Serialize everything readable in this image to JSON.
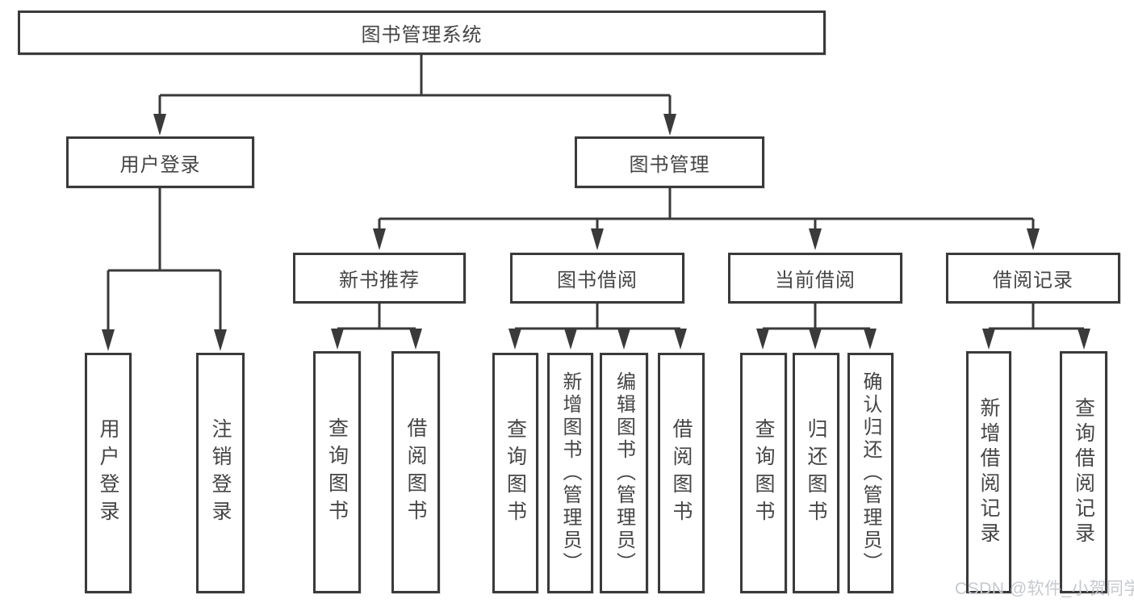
{
  "nodes": {
    "root": "图书管理系统",
    "user_login": "用户登录",
    "book_mgmt": "图书管理",
    "new_book_rec": "新书推荐",
    "book_borrow": "图书借阅",
    "current_borrow": "当前借阅",
    "borrow_record": "借阅记录"
  },
  "leaves": {
    "user_login_leaf": "用户登录",
    "logout": "注销登录",
    "query_book_rec": "查询图书",
    "borrow_book_rec": "借阅图书",
    "query_book_borrow": "查询图书",
    "add_book_admin": "新增图书（管理员）",
    "edit_book_admin": "编辑图书（管理员）",
    "borrow_book_borrow": "借阅图书",
    "query_book_current": "查询图书",
    "return_book": "归还图书",
    "confirm_return_admin": "确认归还（管理员）",
    "add_borrow_record": "新增借阅记录",
    "query_borrow_record": "查询借阅记录"
  },
  "watermark": "CSDN @软件_小贺同学",
  "colors": {
    "line": "#3a3a3a",
    "text": "#454545",
    "watermark": "#c6c9ce",
    "background": "#ffffff"
  }
}
